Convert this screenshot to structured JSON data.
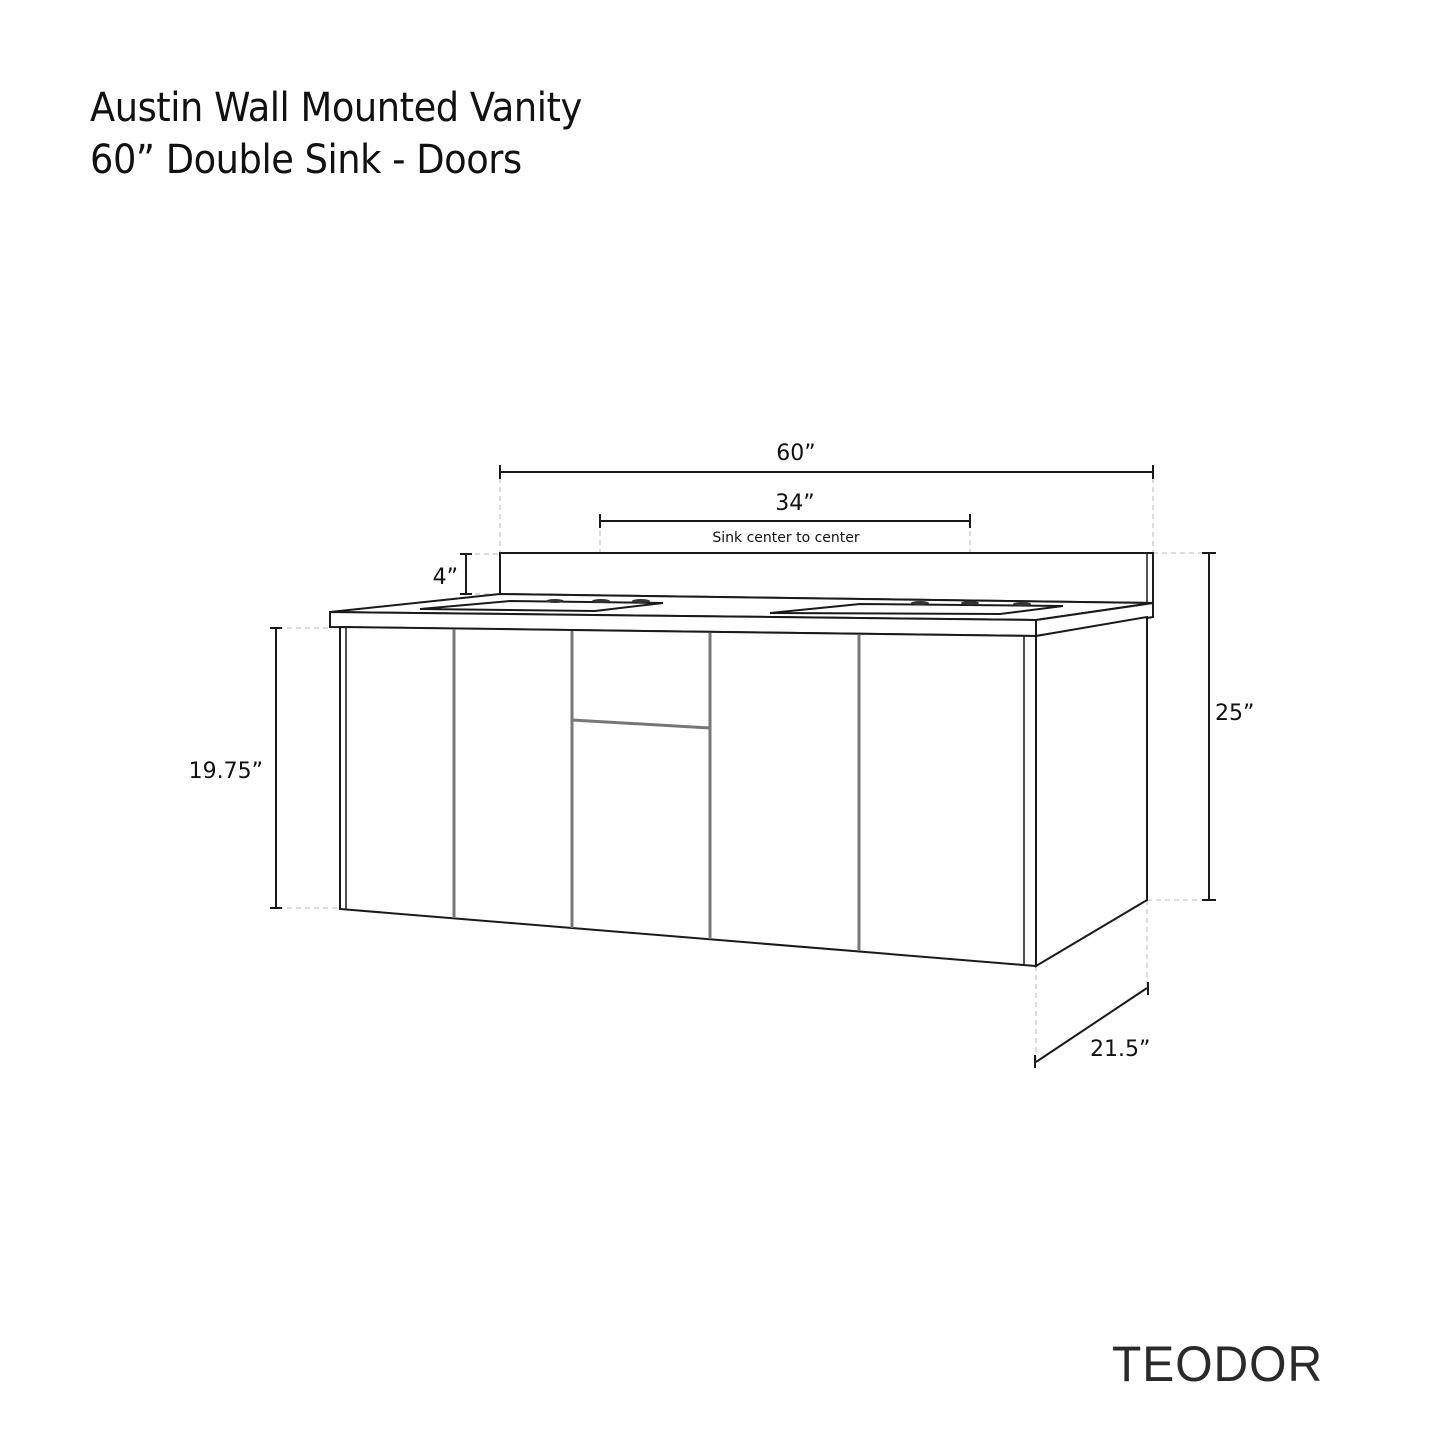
{
  "header": {
    "title_line1": "Austin Wall Mounted Vanity",
    "title_line2": "60” Double Sink - Doors"
  },
  "dimensions": {
    "overall_width": "60”",
    "sink_spacing": "34”",
    "sink_spacing_caption": "Sink center to center",
    "backsplash_height": "4”",
    "cabinet_height": "19.75”",
    "total_height": "25”",
    "depth": "21.5”"
  },
  "cabinet": {
    "sinks": 2,
    "doors": 5,
    "drawers": 1,
    "faucet_holes_per_sink": 3
  },
  "colors": {
    "line": "#1a1a1a",
    "door_gap": "#777777",
    "guide": "#bbbbbb",
    "background": "#ffffff"
  },
  "brand": {
    "logo_text": "TEODOR"
  }
}
